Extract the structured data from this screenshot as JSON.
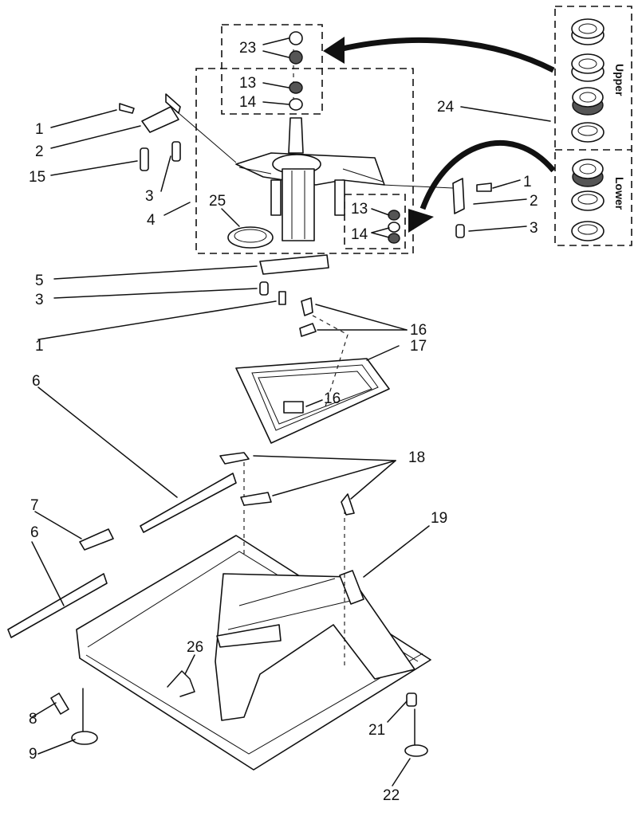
{
  "callouts": {
    "c23": "23",
    "c13a": "13",
    "c14a": "14",
    "c24": "24",
    "c1a": "1",
    "c2a": "2",
    "c15": "15",
    "c3a": "3",
    "c4": "4",
    "c25": "25",
    "c13b": "13",
    "c14b": "14",
    "c1b": "1",
    "c2b": "2",
    "c3b": "3",
    "c5": "5",
    "c3c": "3",
    "c1c": "1",
    "c16a": "16",
    "c17": "17",
    "c16b": "16",
    "c6a": "6",
    "c18": "18",
    "c7": "7",
    "c6b": "6",
    "c19": "19",
    "c26": "26",
    "c8": "8",
    "c9": "9",
    "c21": "21",
    "c22": "22"
  },
  "kit_labels": {
    "upper": "Upper",
    "lower": "Lower"
  }
}
